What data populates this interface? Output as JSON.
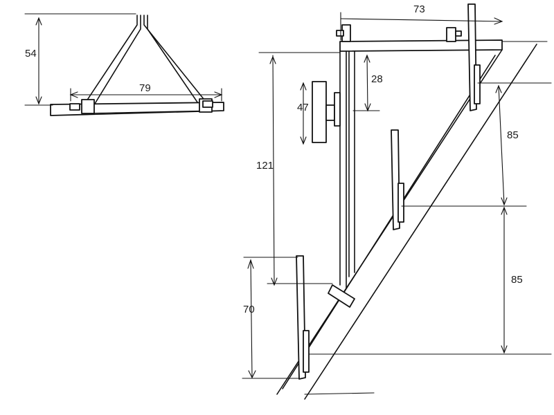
{
  "dimensions": {
    "front_height": "54",
    "front_width": "79",
    "top_width": "73",
    "total_height": "121",
    "upper_offset": "28",
    "disc_diameter": "47",
    "lower_upright": "70",
    "right_upper": "85",
    "right_lower": "85"
  }
}
